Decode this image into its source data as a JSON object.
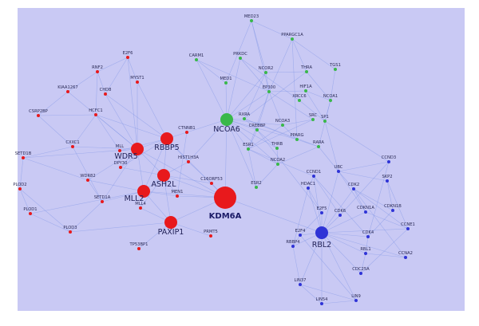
{
  "colors": {
    "background": "#c9c9f4",
    "red": "#e8191c",
    "green": "#39b84a",
    "blue": "#2f33d6",
    "edge": "#7f96e6"
  },
  "network": {
    "hub": "KDM6A",
    "nodes": [
      {
        "id": "KDM6A",
        "label": "KDM6A",
        "group": "red",
        "size": "hub"
      },
      {
        "id": "NCOA6",
        "label": "NCOA6",
        "group": "green",
        "size": "big"
      },
      {
        "id": "RBL2",
        "label": "RBL2",
        "group": "blue",
        "size": "big"
      },
      {
        "id": "WDR5",
        "label": "WDR5",
        "group": "red",
        "size": "big"
      },
      {
        "id": "RBBP5",
        "label": "RBBP5",
        "group": "red",
        "size": "big"
      },
      {
        "id": "ASH2L",
        "label": "ASH2L",
        "group": "red",
        "size": "big"
      },
      {
        "id": "MLL2",
        "label": "MLL2",
        "group": "red",
        "size": "big"
      },
      {
        "id": "PAXIP1",
        "label": "PAXIP1",
        "group": "red",
        "size": "big"
      },
      {
        "id": "E2F6",
        "label": "E2F6",
        "group": "red",
        "size": "small"
      },
      {
        "id": "RNF2",
        "label": "RNF2",
        "group": "red",
        "size": "small"
      },
      {
        "id": "MYST1",
        "label": "MYST1",
        "group": "red",
        "size": "small"
      },
      {
        "id": "KIAA1267",
        "label": "KIAA1267",
        "group": "red",
        "size": "small"
      },
      {
        "id": "CHD8",
        "label": "CHD8",
        "group": "red",
        "size": "small"
      },
      {
        "id": "CSRP2BP",
        "label": "CSRP2BP",
        "group": "red",
        "size": "small"
      },
      {
        "id": "HCFC1",
        "label": "HCFC1",
        "group": "red",
        "size": "small"
      },
      {
        "id": "CTNNB1",
        "label": "CTNNB1",
        "group": "red",
        "size": "small"
      },
      {
        "id": "CXXC1",
        "label": "CXXC1",
        "group": "red",
        "size": "small"
      },
      {
        "id": "MLL",
        "label": "MLL",
        "group": "red",
        "size": "small"
      },
      {
        "id": "SETD1B",
        "label": "SETD1B",
        "group": "red",
        "size": "small"
      },
      {
        "id": "DPY30",
        "label": "DPY30",
        "group": "red",
        "size": "small"
      },
      {
        "id": "HIST1H3A",
        "label": "HIST1H3A",
        "group": "red",
        "size": "small"
      },
      {
        "id": "WDR82",
        "label": "WDR82",
        "group": "red",
        "size": "small"
      },
      {
        "id": "PLOD2",
        "label": "PLOD2",
        "group": "red",
        "size": "small"
      },
      {
        "id": "C16ORF53",
        "label": "C16ORF53",
        "group": "red",
        "size": "small"
      },
      {
        "id": "MEN1",
        "label": "MEN1",
        "group": "red",
        "size": "small"
      },
      {
        "id": "SETD1A",
        "label": "SETD1A",
        "group": "red",
        "size": "small"
      },
      {
        "id": "MLL4",
        "label": "MLL4",
        "group": "red",
        "size": "small"
      },
      {
        "id": "PLOD1",
        "label": "PLOD1",
        "group": "red",
        "size": "small"
      },
      {
        "id": "PLOD3",
        "label": "PLOD3",
        "group": "red",
        "size": "small"
      },
      {
        "id": "PRMT5",
        "label": "PRMT5",
        "group": "red",
        "size": "small"
      },
      {
        "id": "TP53BP1",
        "label": "TP53BP1",
        "group": "red",
        "size": "small"
      },
      {
        "id": "MED23",
        "label": "MED23",
        "group": "green",
        "size": "small"
      },
      {
        "id": "PPARGC1A",
        "label": "PPARGC1A",
        "group": "green",
        "size": "small"
      },
      {
        "id": "CARM1",
        "label": "CARM1",
        "group": "green",
        "size": "small"
      },
      {
        "id": "PRKDC",
        "label": "PRKDC",
        "group": "green",
        "size": "small"
      },
      {
        "id": "NCOR2",
        "label": "NCOR2",
        "group": "green",
        "size": "small"
      },
      {
        "id": "THRA",
        "label": "THRA",
        "group": "green",
        "size": "small"
      },
      {
        "id": "TGS1",
        "label": "TGS1",
        "group": "green",
        "size": "small"
      },
      {
        "id": "MED1",
        "label": "MED1",
        "group": "green",
        "size": "small"
      },
      {
        "id": "EP300",
        "label": "EP300",
        "group": "green",
        "size": "small"
      },
      {
        "id": "HIF1A",
        "label": "HIF1A",
        "group": "green",
        "size": "small"
      },
      {
        "id": "NCOA1",
        "label": "NCOA1",
        "group": "green",
        "size": "small"
      },
      {
        "id": "XRCC6",
        "label": "XRCC6",
        "group": "green",
        "size": "small"
      },
      {
        "id": "SRC",
        "label": "SRC",
        "group": "green",
        "size": "small"
      },
      {
        "id": "RXRA",
        "label": "RXRA",
        "group": "green",
        "size": "small"
      },
      {
        "id": "NCOA3",
        "label": "NCOA3",
        "group": "green",
        "size": "small"
      },
      {
        "id": "SP1",
        "label": "SP1",
        "group": "green",
        "size": "small"
      },
      {
        "id": "CREBBP",
        "label": "CREBBP",
        "group": "green",
        "size": "small"
      },
      {
        "id": "PPARG",
        "label": "PPARG",
        "group": "green",
        "size": "small"
      },
      {
        "id": "ESR1",
        "label": "ESR1",
        "group": "green",
        "size": "small"
      },
      {
        "id": "THRB",
        "label": "THRB",
        "group": "green",
        "size": "small"
      },
      {
        "id": "RARA",
        "label": "RARA",
        "group": "green",
        "size": "small"
      },
      {
        "id": "NCOA2",
        "label": "NCOA2",
        "group": "green",
        "size": "small"
      },
      {
        "id": "ESR2",
        "label": "ESR2",
        "group": "green",
        "size": "small"
      },
      {
        "id": "CCND3",
        "label": "CCND3",
        "group": "blue",
        "size": "small"
      },
      {
        "id": "UBC",
        "label": "UBC",
        "group": "blue",
        "size": "small"
      },
      {
        "id": "CCND1",
        "label": "CCND1",
        "group": "blue",
        "size": "small"
      },
      {
        "id": "SKP2",
        "label": "SKP2",
        "group": "blue",
        "size": "small"
      },
      {
        "id": "HDAC1",
        "label": "HDAC1",
        "group": "blue",
        "size": "small"
      },
      {
        "id": "CDK2",
        "label": "CDK2",
        "group": "blue",
        "size": "small"
      },
      {
        "id": "E2F5",
        "label": "E2F5",
        "group": "blue",
        "size": "small"
      },
      {
        "id": "CDK6",
        "label": "CDK6",
        "group": "blue",
        "size": "small"
      },
      {
        "id": "CDKN1A",
        "label": "CDKN1A",
        "group": "blue",
        "size": "small"
      },
      {
        "id": "CDKN1B",
        "label": "CDKN1B",
        "group": "blue",
        "size": "small"
      },
      {
        "id": "E2F4",
        "label": "E2F4",
        "group": "blue",
        "size": "small"
      },
      {
        "id": "CDK4",
        "label": "CDK4",
        "group": "blue",
        "size": "small"
      },
      {
        "id": "CCNE1",
        "label": "CCNE1",
        "group": "blue",
        "size": "small"
      },
      {
        "id": "RBBP4",
        "label": "RBBP4",
        "group": "blue",
        "size": "small"
      },
      {
        "id": "RBL1",
        "label": "RBL1",
        "group": "blue",
        "size": "small"
      },
      {
        "id": "CCNA2",
        "label": "CCNA2",
        "group": "blue",
        "size": "small"
      },
      {
        "id": "CDC25A",
        "label": "CDC25A",
        "group": "blue",
        "size": "small"
      },
      {
        "id": "LIN37",
        "label": "LIN37",
        "group": "blue",
        "size": "small"
      },
      {
        "id": "LIN54",
        "label": "LIN54",
        "group": "blue",
        "size": "small"
      },
      {
        "id": "LIN9",
        "label": "LIN9",
        "group": "blue",
        "size": "small"
      }
    ]
  }
}
